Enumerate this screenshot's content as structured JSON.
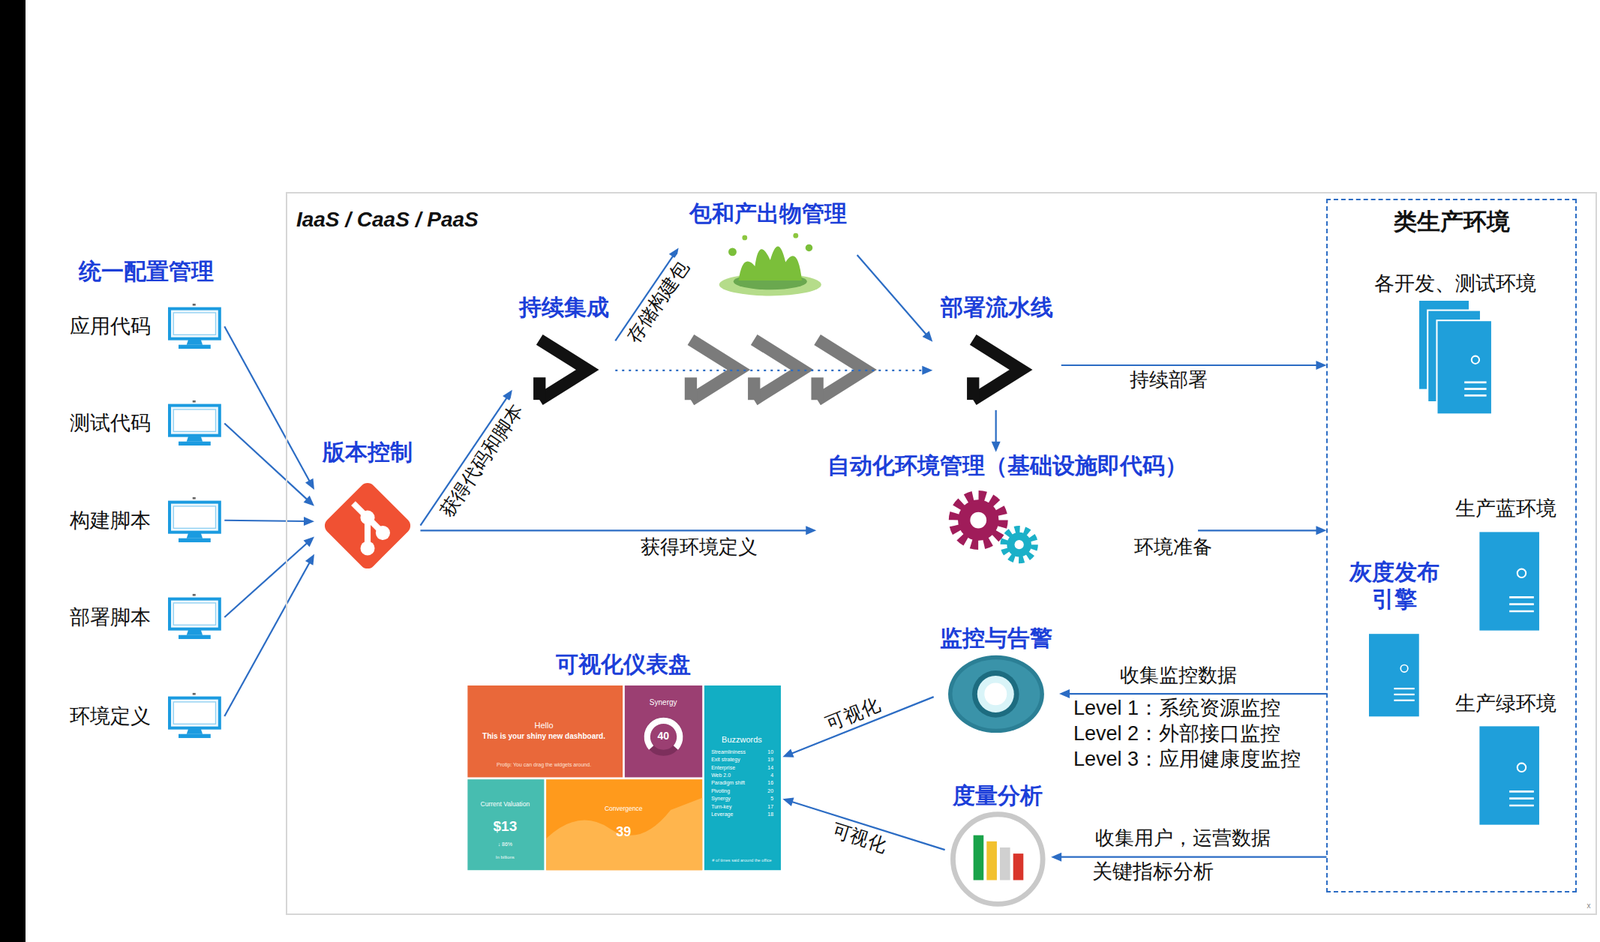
{
  "diagram": {
    "nodes": [
      {
        "text": [
          "IaaS / CaaS / PaaS"
        ]
      },
      {
        "text": [
          "应用代码"
        ]
      },
      {
        "text": [
          "测试代码"
        ]
      },
      {
        "text": [
          "构建脚本"
        ]
      },
      {
        "text": [
          "部署脚本"
        ]
      },
      {
        "text": [
          "环境定义"
        ]
      },
      {
        "text": [
          "版本控制"
        ],
        "in": 0
      },
      {
        "text": [
          "持续集成"
        ],
        "in": 0
      },
      {
        "text": [
          "包和产出物管理"
        ],
        "in": 0
      },
      {
        "text": [
          "部署流水线"
        ],
        "in": 0
      },
      {
        "text": [
          "自动化环境管理（基础设施即代码）"
        ],
        "in": 0
      },
      {
        "text": [
          "类生产环境"
        ],
        "in": 0
      },
      {
        "text": [
          "各开发、测试环境"
        ],
        "in": 11
      },
      {
        "text": [
          "灰度发布 引擎"
        ],
        "in": 11
      },
      {
        "text": [
          "生产蓝环境"
        ],
        "in": 11
      },
      {
        "text": [
          "生产绿环境"
        ],
        "in": 11
      },
      {
        "text": [
          "监控与告警"
        ],
        "in": 0
      },
      {
        "text": [
          "可视化仪表盘"
        ],
        "in": 0
      },
      {
        "text": [
          "度量分析"
        ],
        "in": 0
      }
    ],
    "edges": [
      {
        "from": 1,
        "to": 6,
        "arrow": "to"
      },
      {
        "from": 2,
        "to": 6,
        "arrow": "to"
      },
      {
        "from": 3,
        "to": 6,
        "arrow": "to"
      },
      {
        "from": 4,
        "to": 6,
        "arrow": "to"
      },
      {
        "from": 5,
        "to": 6,
        "arrow": "to"
      },
      {
        "from": 6,
        "to": 7,
        "label": "获得代码和脚本",
        "arrow": "to"
      },
      {
        "from": 7,
        "to": 8,
        "label": "存储构建包",
        "arrow": "to"
      },
      {
        "from": 7,
        "to": 9,
        "arrow": "to"
      },
      {
        "from": 8,
        "to": 9,
        "arrow": "to"
      },
      {
        "from": 9,
        "to": 11,
        "label": "持续部署",
        "arrow": "to"
      },
      {
        "from": 9,
        "to": 10,
        "arrow": "to"
      },
      {
        "from": 6,
        "to": 10,
        "label": "获得环境定义",
        "arrow": "to"
      },
      {
        "from": 10,
        "to": 11,
        "label": "环境准备",
        "arrow": "to"
      },
      {
        "from": 11,
        "to": 16,
        "label": "收集监控数据",
        "arrow": "to"
      },
      {
        "from": 16,
        "to": 17,
        "label": "可视化",
        "arrow": "to"
      },
      {
        "from": 11,
        "to": 18,
        "label": "收集用户，运营数据",
        "arrow": "to"
      },
      {
        "from": 18,
        "to": 17,
        "label": "可视化",
        "arrow": "to"
      }
    ],
    "labels": [
      "统一配置管理",
      "Level 1：系统资源监控",
      "Level 2：外部接口监控",
      "Level 3：应用健康度监控",
      "关键指标分析",
      "Hello",
      "This is your shiny new dashboard.",
      "Protip: You can drag the widgets around.",
      "Synergy",
      "40",
      "Buzzwords",
      "Streamlininess",
      "10",
      "Exit strategy",
      "19",
      "Enterprise",
      "14",
      "Web 2.0",
      "4",
      "Paradigm shift",
      "16",
      "Pivoting",
      "20",
      "Synergy",
      "5",
      "Turn-key",
      "17",
      "Leverage",
      "18",
      "# of times said around the office",
      "Current Valuation",
      "$13",
      "↓ 86%",
      "In billions",
      "Convergence",
      "39",
      "x"
    ]
  }
}
